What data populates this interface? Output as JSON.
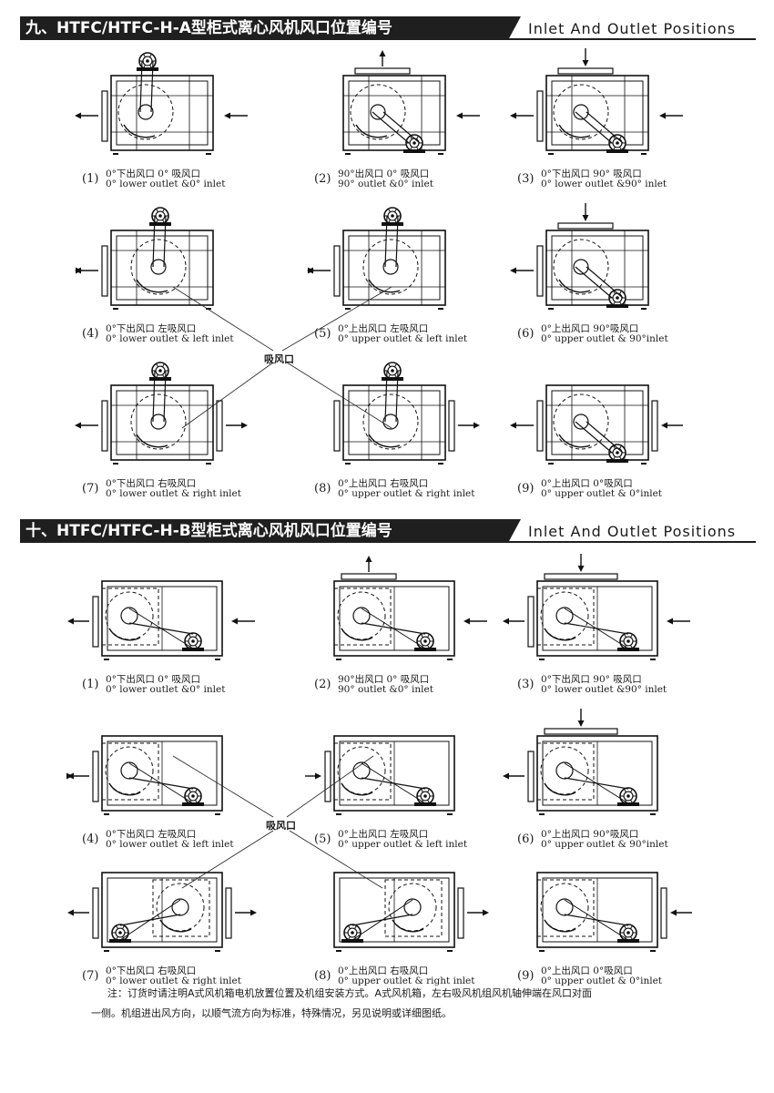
{
  "sections": [
    {
      "title_cn": "九、HTFC/HTFC-H-A型柜式离心风机风口位置编号",
      "title_en": "Inlet And Outlet Positions",
      "callout": "吸风口",
      "items": [
        {
          "num": "(1)",
          "cn": "0°下出风口 0° 吸风口",
          "en": "0° lower outlet &0° inlet"
        },
        {
          "num": "(2)",
          "cn": "90°出风口 0° 吸风口",
          "en": "90° outlet &0° inlet"
        },
        {
          "num": "(3)",
          "cn": "0°下出风口  90° 吸风口",
          "en": "0° lower outlet &90° inlet"
        },
        {
          "num": "(4)",
          "cn": "0°下出风口    左吸风口",
          "en": "0° lower outlet &  left  inlet"
        },
        {
          "num": "(5)",
          "cn": "0°上出风口    左吸风口",
          "en": "0° upper outlet &  left  inlet"
        },
        {
          "num": "(6)",
          "cn": "0°上出风口    90°吸风口",
          "en": "0° upper outlet &  90°inlet"
        },
        {
          "num": "(7)",
          "cn": "0°下出风口    右吸风口",
          "en": "0° lower outlet &  right  inlet"
        },
        {
          "num": "(8)",
          "cn": "0°上出风口    右吸风口",
          "en": "0° upper outlet &  right  inlet"
        },
        {
          "num": "(9)",
          "cn": "0°上出风口    0°吸风口",
          "en": "0° upper outlet &  0°inlet"
        }
      ]
    },
    {
      "title_cn": "十、HTFC/HTFC-H-B型柜式离心风机风口位置编号",
      "title_en": "Inlet And Outlet Positions",
      "callout": "吸风口",
      "items": [
        {
          "num": "(1)",
          "cn": "0°下出风口 0° 吸风口",
          "en": "0° lower outlet &0° inlet"
        },
        {
          "num": "(2)",
          "cn": "90°出风口 0° 吸风口",
          "en": "90° outlet &0° inlet"
        },
        {
          "num": "(3)",
          "cn": "0°下出风口  90° 吸风口",
          "en": "0° lower outlet &90° inlet"
        },
        {
          "num": "(4)",
          "cn": "0°下出风口    左吸风口",
          "en": "0° lower outlet &  left  inlet"
        },
        {
          "num": "(5)",
          "cn": "0°上出风口    左吸风口",
          "en": "0° upper outlet &  left  inlet"
        },
        {
          "num": "(6)",
          "cn": "0°上出风口    90°吸风口",
          "en": "0° upper outlet &  90°inlet"
        },
        {
          "num": "(7)",
          "cn": "0°下出风口    右吸风口",
          "en": "0° lower outlet &  right  inlet"
        },
        {
          "num": "(8)",
          "cn": "0°上出风口    右吸风口",
          "en": "0° upper outlet &  right  inlet"
        },
        {
          "num": "(9)",
          "cn": "0°上出风口    0°吸风口",
          "en": "0° upper outlet &  0°inlet"
        }
      ]
    }
  ],
  "note": {
    "line1": "注：订货时请注明A式风机箱电机放置位置及机组安装方式。A式风机箱，左右吸风机组风机轴伸端在风口对面",
    "line2": "一侧。机组进出风方向，以顺气流方向为标准，特殊情况，另见说明或详细图纸。"
  }
}
